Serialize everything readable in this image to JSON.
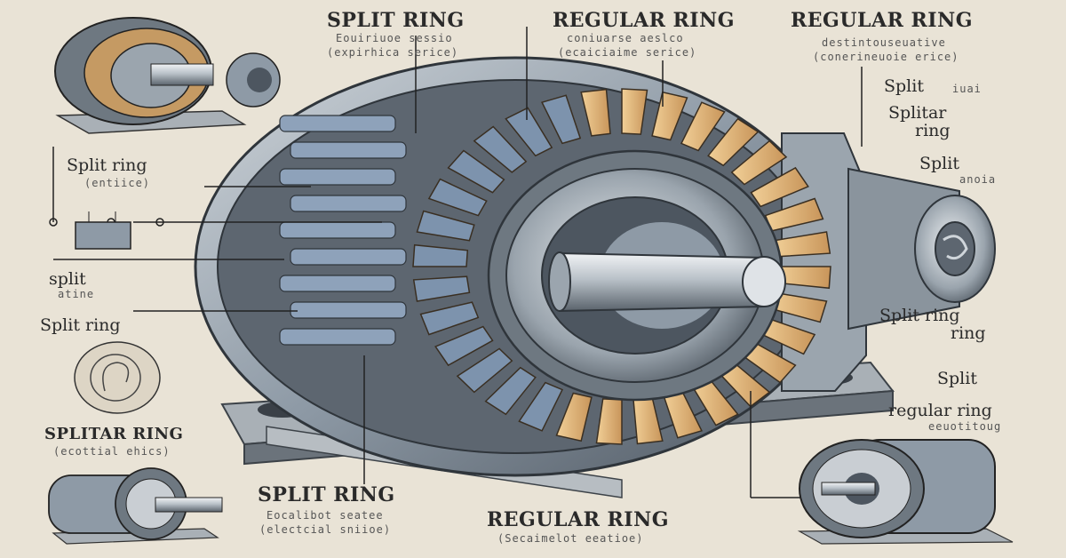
{
  "labels": {
    "top_split": "SPLIT RING",
    "top_split_sub1": "Eouiriuoe sessio",
    "top_split_sub2": "(expirhica serice)",
    "top_regular": "REGULAR RING",
    "top_regular_sub1": "coniuarse aeslco",
    "top_regular_sub2": "(ecaiciaime serice)",
    "top_regular2": "REGULAR RING",
    "top_regular2_sub1": "destintouseuative",
    "top_regular2_sub2": "(conerineuoie erice)",
    "right_split1": "Split",
    "right_split1_sub": "iuai",
    "right_splitar": "Splitar",
    "right_ring": "ring",
    "right_split2": "Split",
    "right_split2_sub": "anoia",
    "right_split_ring": "Split ring",
    "right_ring2": "ring",
    "right_split3": "Split",
    "right_regular_ring": "regular ring",
    "right_regular_sub": "eeuotitoug",
    "left_split_ring": "Split ring",
    "left_split_ring_sub": "(entiice)",
    "left_split": "split",
    "left_split_sub": "atine",
    "left_split_ring2": "Split ring",
    "left_splitar": "SPLITAR RING",
    "left_splitar_sub": "(ecottial ehics)",
    "bottom_split": "SPLIT RING",
    "bottom_split_sub1": "Eocalibot seatee",
    "bottom_split_sub2": "(electcial sniioe)",
    "bottom_regular": "REGULAR RING",
    "bottom_regular_sub": "(Secaimelot eeatioe)"
  },
  "colors": {
    "background": "#e9e3d6",
    "metal": "#8e9aa6",
    "metal_dark": "#4d5660",
    "winding": "#e2b878",
    "winding_dark": "#a27a45",
    "coil_blue": "#7d93ad",
    "ink": "#2a2a2a"
  }
}
